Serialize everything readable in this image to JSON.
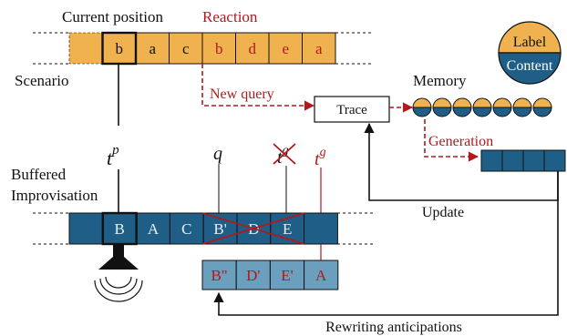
{
  "labels": {
    "current_position": "Current position",
    "reaction": "Reaction",
    "scenario": "Scenario",
    "buffered": "Buffered",
    "improvisation": "Improvisation",
    "new_query": "New query",
    "trace": "Trace",
    "memory": "Memory",
    "generation": "Generation",
    "update": "Update",
    "rewriting": "Rewriting anticipations",
    "legend_label": "Label",
    "legend_content": "Content",
    "tp": "t",
    "tp_sup": "p",
    "q": "q",
    "tg_crossed": "t",
    "tg_crossed_sup": "g",
    "tg": "t",
    "tg_sup": "g"
  },
  "scenario_cells": [
    "",
    "b",
    "a",
    "c",
    "b",
    "d",
    "e",
    "a"
  ],
  "buffer_cells": [
    "",
    "B",
    "A",
    "C",
    "B'",
    "D",
    "E",
    ""
  ],
  "rewrite_cells": [
    "B\"",
    "D'",
    "E'",
    "A"
  ],
  "colors": {
    "orange": "#f0b24f",
    "dark_blue": "#1f5f87",
    "light_blue": "#6a9fbe",
    "red": "#b0191e",
    "black": "#111111"
  }
}
